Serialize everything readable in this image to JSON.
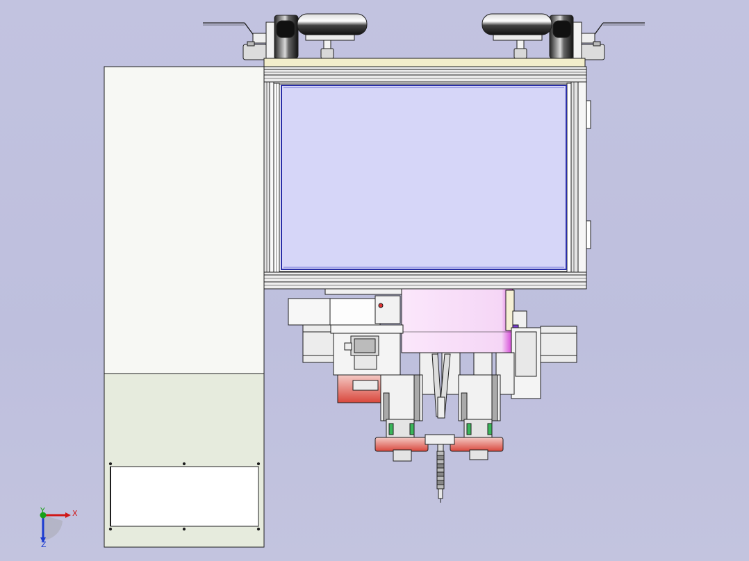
{
  "viewport": {
    "background": "#c2c3e0",
    "model_colors": {
      "enclosure_white": "#f7f8f4",
      "enclosure_green": "#e6ebdd",
      "window_glass": "#d6d6f8",
      "window_border": "#2a2fa8",
      "beam_cream": "#f3eecb",
      "carriage_pink": "#f8ddf8",
      "clamp_red": "#e1655b",
      "motor_grey": "#e9eaec",
      "line": "#1e1e1e"
    }
  },
  "triad": {
    "x_label": "X",
    "y_label": "Y",
    "z_label": "Z",
    "x_color": "#d01818",
    "y_color": "#18a018",
    "z_color": "#1a3ad0"
  }
}
